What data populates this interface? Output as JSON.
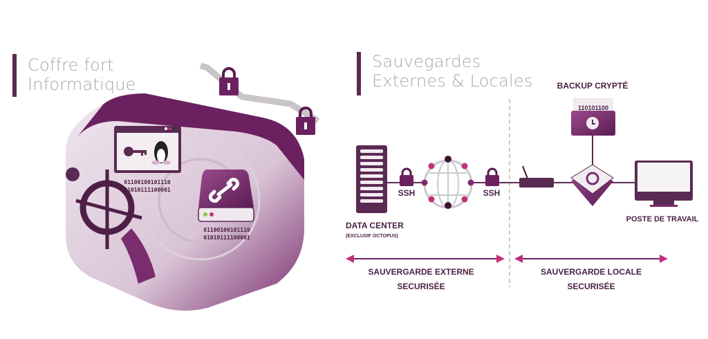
{
  "left_section": {
    "title_line1": "Coffre fort",
    "title_line2": "Informatique",
    "window_binary": [
      "01100100101110",
      "01010111100001"
    ],
    "drive_binary": [
      "01100100101110",
      "01010111100001"
    ]
  },
  "right_section": {
    "title_line1": "Sauvegardes",
    "title_line2": "Externes & Locales",
    "backup_label": "BACKUP CRYPTÉ",
    "backup_binary": "110101100",
    "ssh_left": "SSH",
    "ssh_right": "SSH",
    "datacenter_label": "DATA CENTER",
    "datacenter_sub": "(EXCLUSIF OCTOPUS)",
    "workstation_label": "POSTE DE TRAVAIL",
    "external_line1": "SAUVERGARDE EXTERNE",
    "external_line2": "SECURISÉE",
    "local_line1": "SAUVERGARDE LOCALE",
    "local_line2": "SECURISÉE"
  },
  "colors": {
    "primary": "#6b2160",
    "accent": "#c2317c",
    "title_gray": "#a9a5a8"
  }
}
